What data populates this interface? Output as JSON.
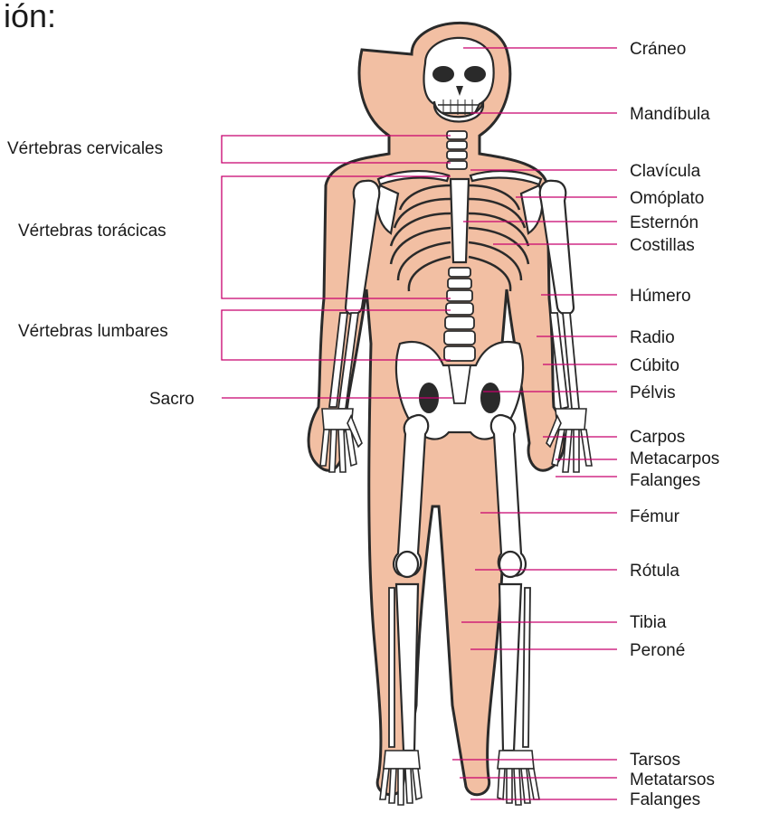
{
  "heading": "ión:",
  "labels_right": [
    "Cráneo",
    "Mandíbula",
    "Clavícula",
    "Omóplato",
    "Esternón",
    "Costillas",
    "Húmero",
    "Radio",
    "Cúbito",
    "Pélvis",
    "Carpos",
    "Metacarpos",
    "Falanges",
    "Fémur",
    "Rótula",
    "Tibia",
    "Peroné",
    "Tarsos",
    "Metatarsos",
    "Falanges"
  ],
  "labels_left": [
    "Vértebras cervicales",
    "Vértebras torácicas",
    "Vértebras lumbares",
    "Sacro"
  ],
  "colors": {
    "leader": "#c8006e",
    "skin": "#f2bfa3",
    "outline": "#2a2a2a"
  }
}
